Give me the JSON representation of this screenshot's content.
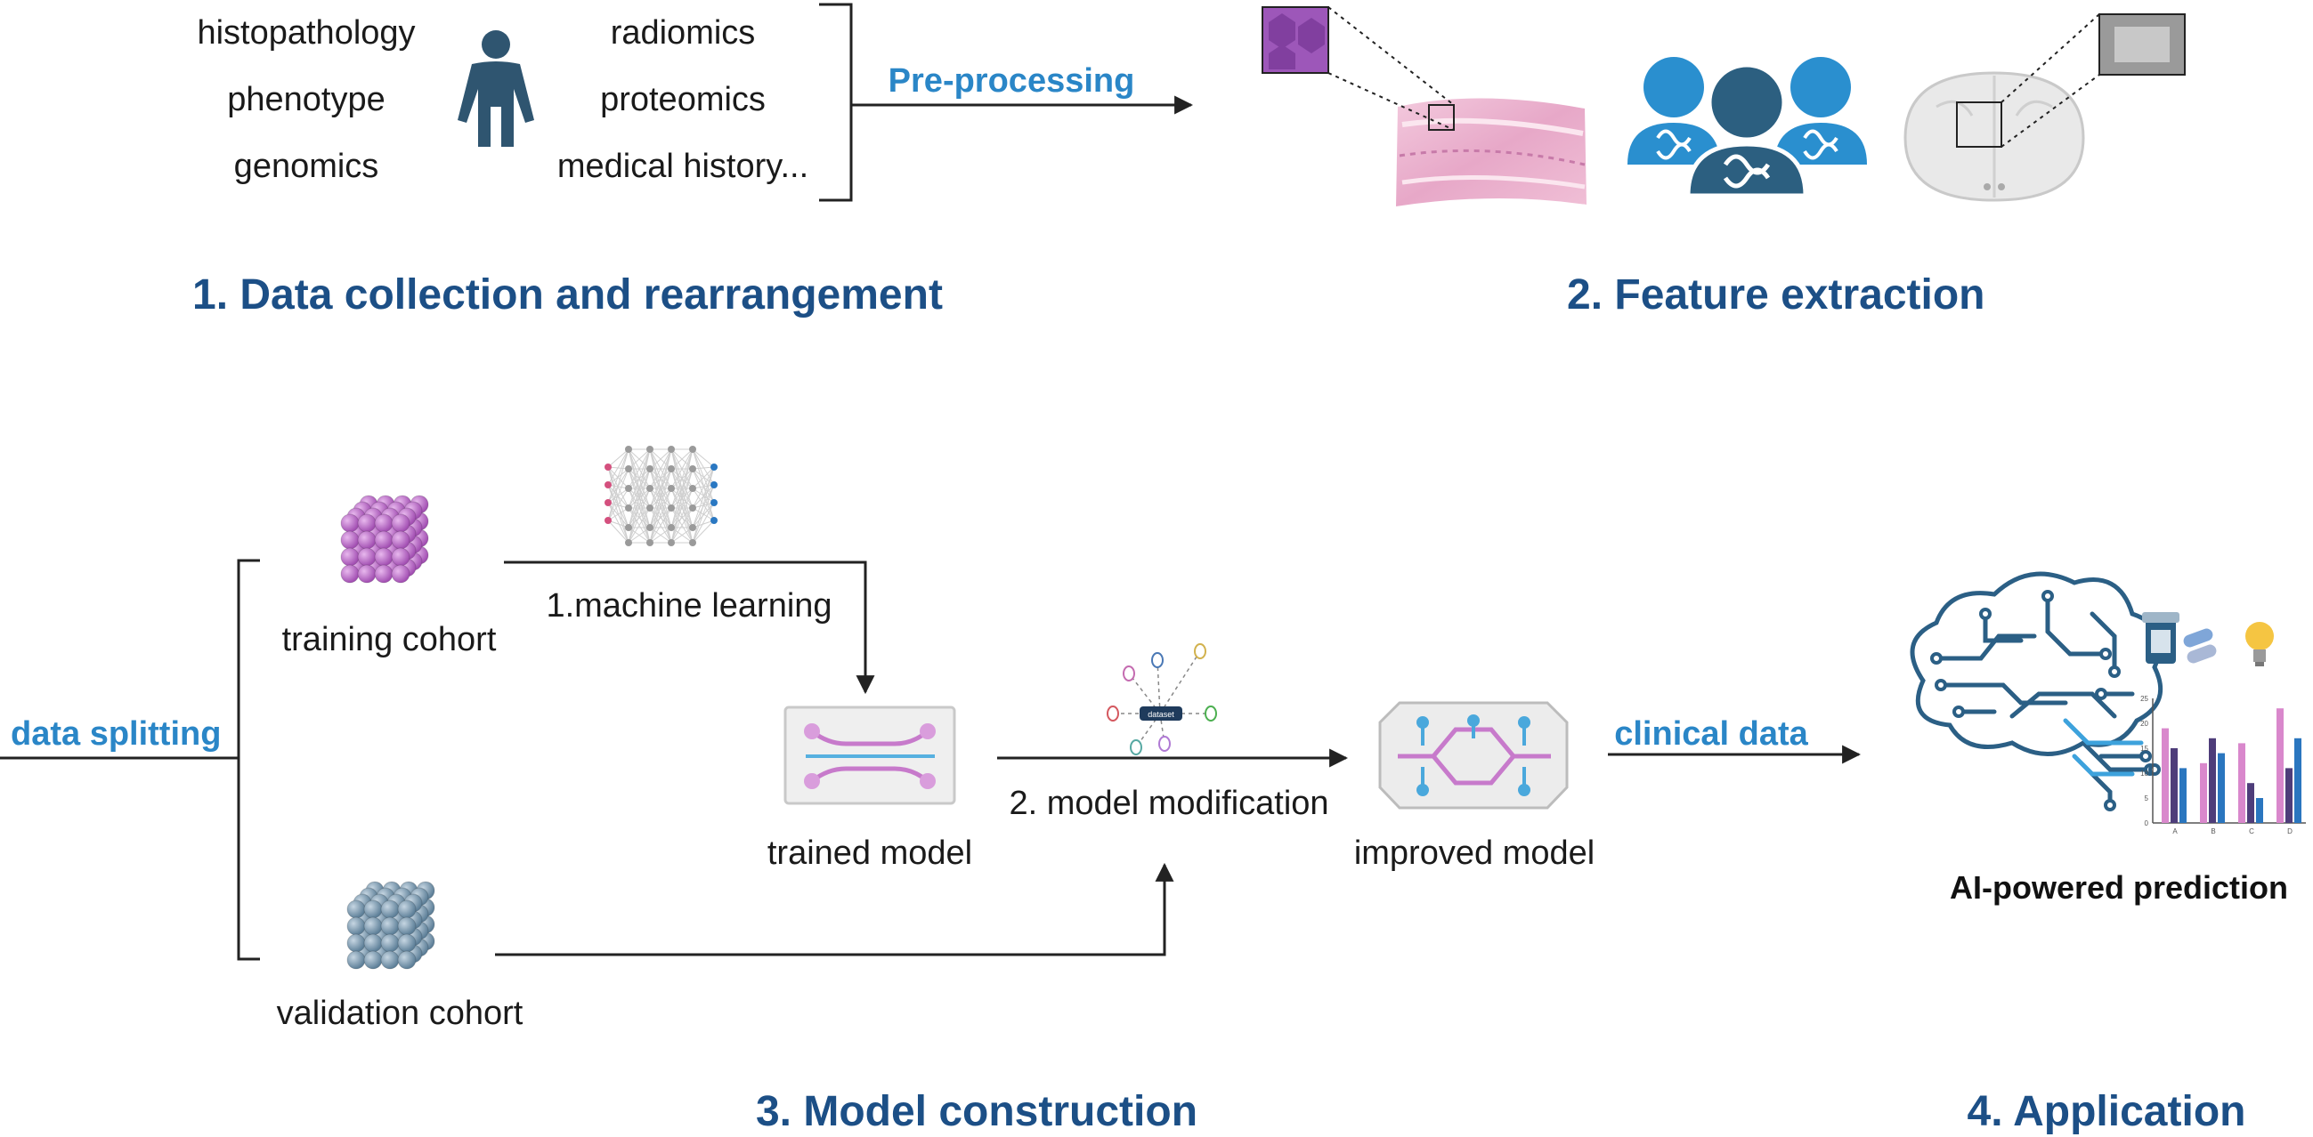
{
  "step1": {
    "title": "1.  Data collection and rearrangement",
    "left_items": [
      "histopathology",
      "phenotype",
      "genomics"
    ],
    "right_items": [
      "radiomics",
      "proteomics",
      "medical history..."
    ],
    "arrow_label": "Pre-processing"
  },
  "step2": {
    "title": "2. Feature extraction"
  },
  "step3": {
    "title": "3. Model construction",
    "split_label": "data splitting",
    "training_cohort": "training cohort",
    "validation_cohort": "validation cohort",
    "machine_learning": "1.machine learning",
    "trained_model": "trained model",
    "model_modification": "2. model modification",
    "improved_model": "improved model",
    "network_tag": "dataset"
  },
  "step4": {
    "title": "4. Application",
    "arrow_label": "clinical data",
    "prediction": "AI-powered prediction",
    "chart_categories": [
      "A",
      "B",
      "C",
      "D"
    ],
    "chart_ticks": [
      "0",
      "5",
      "10",
      "15",
      "20",
      "25"
    ]
  },
  "chart_data": {
    "type": "bar",
    "categories": [
      "A",
      "B",
      "C",
      "D"
    ],
    "series": [
      {
        "values": [
          19,
          12,
          16,
          23
        ]
      },
      {
        "values": [
          15,
          17,
          8,
          11
        ]
      },
      {
        "values": [
          11,
          14,
          5,
          17
        ]
      }
    ],
    "ylim": [
      0,
      25
    ],
    "colors": [
      "#d988cc",
      "#4e3d7a",
      "#2a76bf"
    ]
  },
  "colors": {
    "heading": "#1c4f86",
    "accent_blue": "#2a86c7",
    "person": "#2f5570",
    "purple": "#b86bc4",
    "steel": "#6f8fa6"
  }
}
